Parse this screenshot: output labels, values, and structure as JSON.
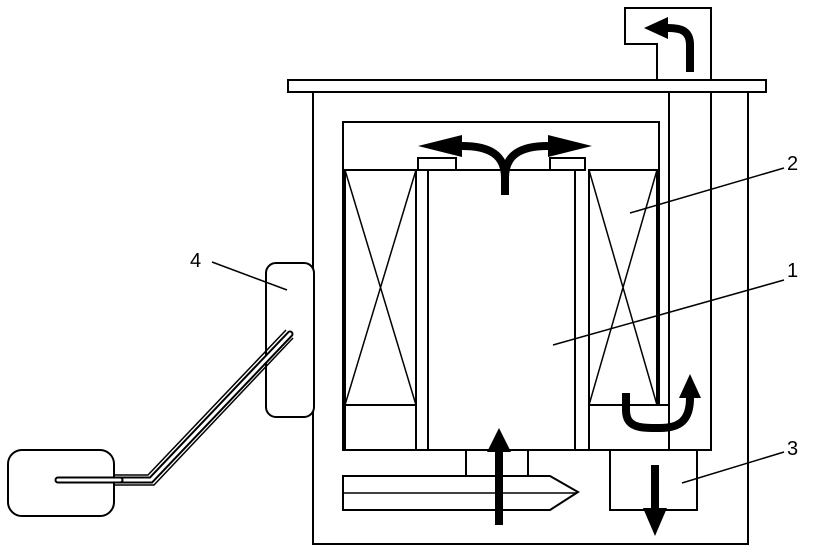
{
  "labels": {
    "fuel_pump": "1",
    "reservoir": "2",
    "jet_pump": "3",
    "fuel_gauge_sender": "4"
  }
}
